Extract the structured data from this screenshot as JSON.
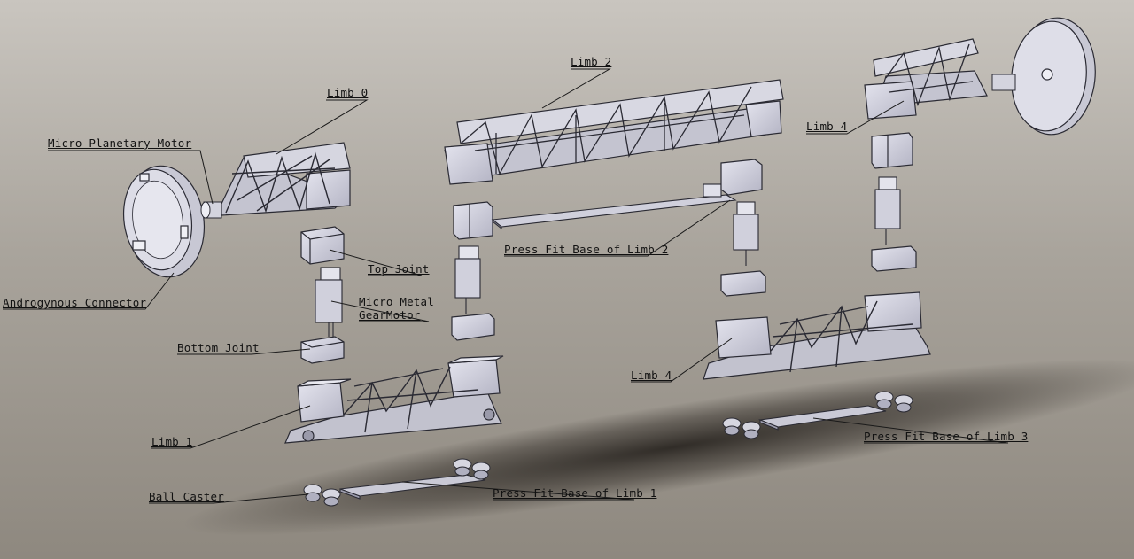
{
  "labels": {
    "limb0": "Limb 0",
    "micro_planetary_motor": "Micro Planetary Motor",
    "androgynous_connector": "Androgynous Connector",
    "top_joint": "Top Joint",
    "micro_metal_gearmotor_line1": "Micro Metal",
    "micro_metal_gearmotor_line2": "GearMotor",
    "bottom_joint": "Bottom Joint",
    "limb1": "Limb 1",
    "ball_caster": "Ball Caster",
    "press_fit_base_limb1": "Press Fit Base of Limb 1",
    "limb2": "Limb 2",
    "press_fit_base_limb2": "Press Fit Base of Limb 2",
    "limb4_top": "Limb 4",
    "limb4_bottom": "Limb 4",
    "press_fit_base_limb3": "Press Fit Base of Limb 3"
  },
  "colors": {
    "part_light": "#d8d8e2",
    "part_mid": "#babac8",
    "part_dark": "#8e8ea0",
    "outline": "#2a2a33",
    "leader": "#1a1a1a",
    "shadow": "#2a2520"
  }
}
